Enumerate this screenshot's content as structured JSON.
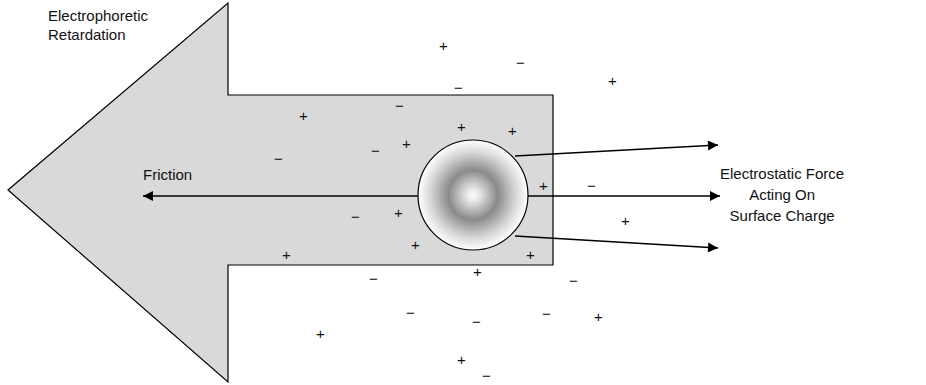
{
  "diagram": {
    "nodes": [
      {
        "text": [
          "Electrophoretic Retardation"
        ]
      }
    ],
    "labels": [
      "Friction",
      "Electrostatic Force Acting On Surface Charge",
      "+",
      "−",
      "+",
      "−",
      "−",
      "+",
      "−",
      "+",
      "+",
      "−",
      "+",
      "+",
      "−",
      "+",
      "−",
      "+",
      "+",
      "+",
      "+",
      "−",
      "+",
      "−",
      "−",
      "−",
      "−",
      "+",
      "+",
      "+",
      "−"
    ]
  }
}
